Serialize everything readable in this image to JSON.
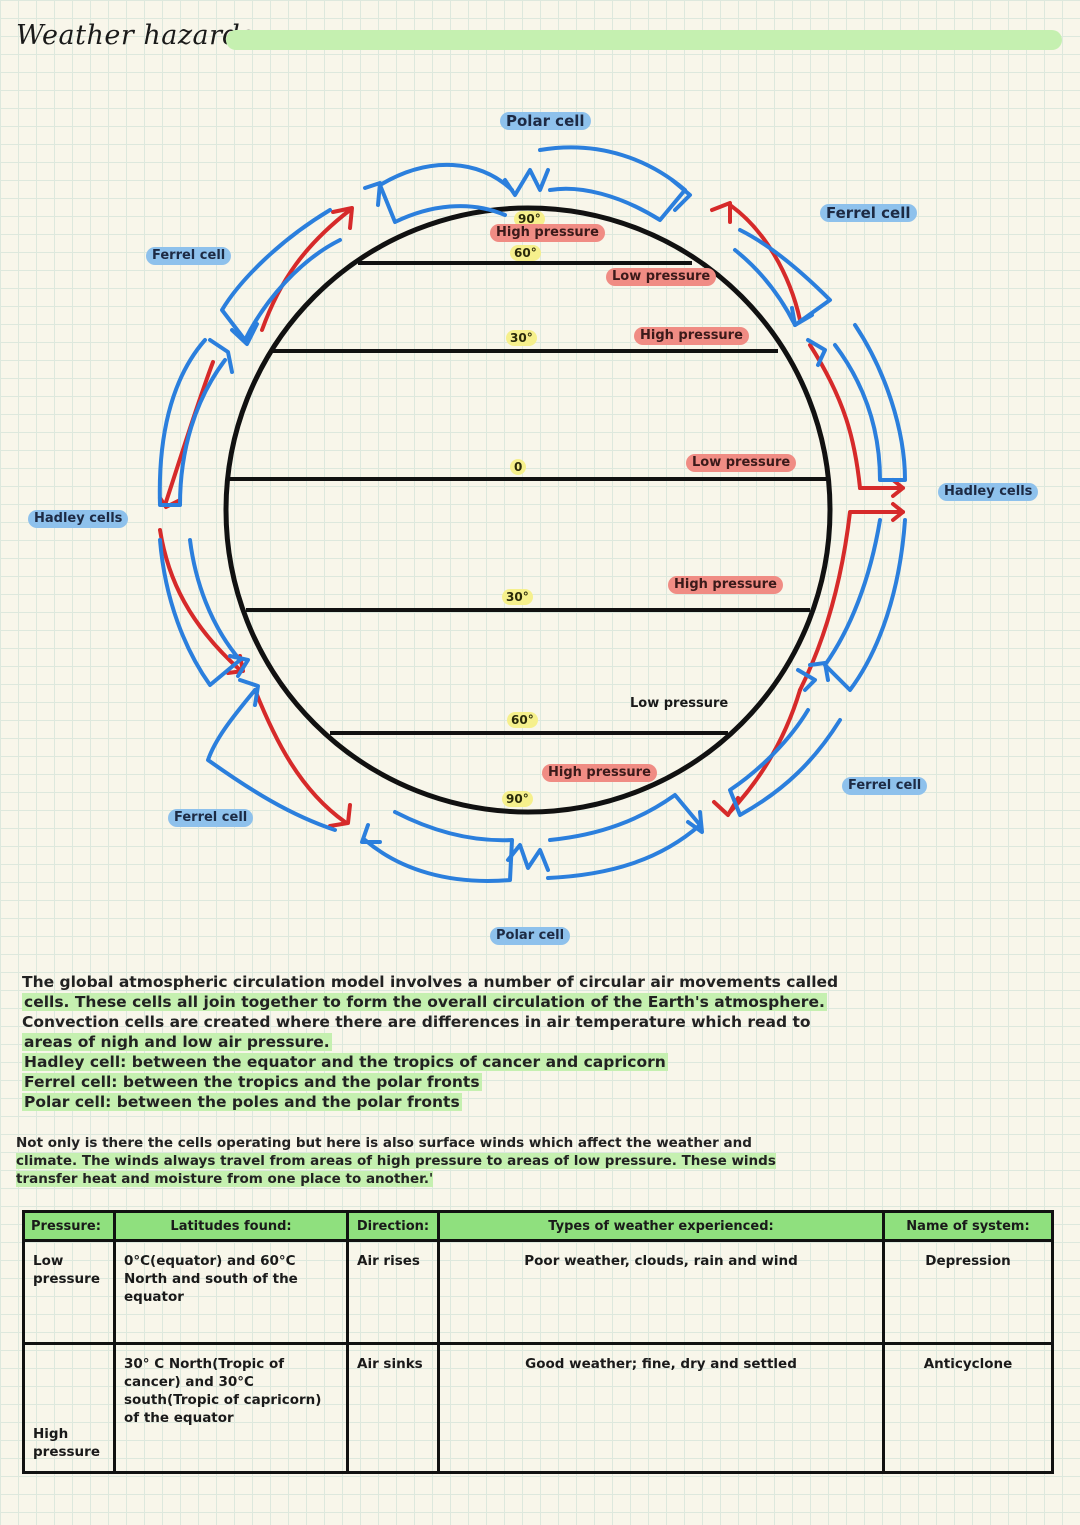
{
  "page_title": "Weather hazards",
  "colors": {
    "blue_arrow": "#2b7fdd",
    "red_arrow": "#d62a2a",
    "highlight_green": "#c5f0b0",
    "table_header": "#8fe07e"
  },
  "diagram": {
    "cells": {
      "polar_top": "Polar cell",
      "polar_bottom": "Polar cell",
      "ferrel_top_right": "Ferrel cell",
      "ferrel_top_left": "Ferrel cell",
      "ferrel_bottom_left": "Ferrel cell",
      "ferrel_bottom_right": "Ferrel cell",
      "hadley_left": "Hadley cells",
      "hadley_right": "Hadley cells"
    },
    "latitudes": {
      "n90": "90°",
      "n60": "60°",
      "n30": "30°",
      "eq": "0",
      "s30": "30°",
      "s60": "60°",
      "s90": "90°"
    },
    "pressure": {
      "north_pole": "High pressure",
      "n60": "Low pressure",
      "n30": "High pressure",
      "eq": "Low pressure",
      "s30": "High pressure",
      "s60": "Low pressure",
      "south_pole": "High pressure"
    }
  },
  "paragraph1": {
    "line1": "The global atmospheric circulation model involves a number of circular air movements called",
    "line2": "cells. These cells all join together to form the overall circulation of the Earth's atmosphere.",
    "line3": "Convection cells are created where there are differences in air temperature which read to",
    "line4": "areas of nigh and low air pressure.",
    "line5": "Hadley cell: between the equator and the tropics of cancer and capricorn",
    "line6": "Ferrel cell: between the tropics and the polar fronts",
    "line7": "Polar cell: between the poles and the polar fronts"
  },
  "paragraph2": {
    "line1": "Not only is there the cells operating but here is also surface winds which affect the weather and",
    "line2": "climate. The winds always travel from areas of high pressure to areas of low pressure. These winds",
    "line3": "transfer heat and moisture from one place to another.'"
  },
  "table": {
    "headers": [
      "Pressure:",
      "Latitudes found:",
      "Direction:",
      "Types of weather experienced:",
      "Name of system:"
    ],
    "rows": [
      [
        "Low pressure",
        "0°C(equator) and 60°C North and south of the equator",
        "Air rises",
        "Poor weather, clouds, rain and wind",
        "Depression"
      ],
      [
        "High pressure",
        "30° C North(Tropic of cancer) and 30°C south(Tropic of capricorn) of the equator",
        "Air sinks",
        "Good weather; fine, dry and settled",
        "Anticyclone"
      ]
    ]
  }
}
